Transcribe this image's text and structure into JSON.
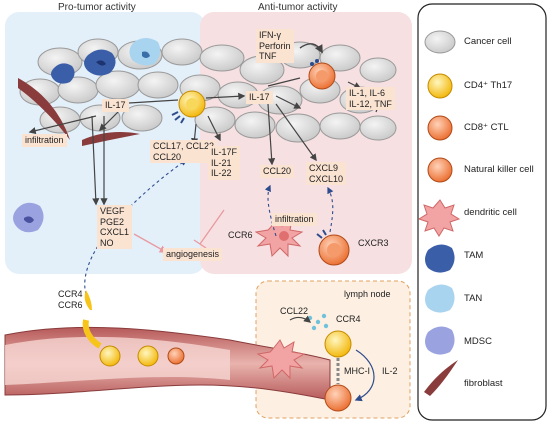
{
  "headers": {
    "pro": "Pro-tumor activity",
    "anti": "Anti-tumor activity"
  },
  "cytokines": {
    "il17_left": "IL-17",
    "il17_center": "IL-17",
    "ifn": "IFN-γ\nPerforin\nTNF",
    "il1": "IL-1, IL-6\nIL-12, TNF",
    "ccl17": "CCL17, CCL22\nCCL20",
    "il17f": "IL-17F\nIL-21\nIL-22",
    "ccl20": "CCL20",
    "cxcl9": "CXCL9\nCXCL10",
    "vegf": "VEGF\nPGE2\nCXCL1\nNO",
    "angiogenesis": "angiogenesis",
    "infiltration_left": "infiltration",
    "infiltration_right": "infiltration"
  },
  "receptors": {
    "ccr6_dc": "CCR6",
    "cxcr3": "CXCR3",
    "ccr4_vessel": "CCR4\nCCR6"
  },
  "lymph": {
    "title": "lymph node",
    "ccl22": "CCL22",
    "ccr4": "CCR4",
    "mhc": "MHC-I",
    "il2": "IL-2"
  },
  "legend": [
    {
      "label": "Cancer cell",
      "icon": "cancer-cell",
      "color": "#cfcfcf"
    },
    {
      "label": "CD4⁺ Th17",
      "icon": "th17-cell",
      "color": "#f7c41a"
    },
    {
      "label": "CD8⁺ CTL",
      "icon": "ctl-cell",
      "color": "#f07a3c"
    },
    {
      "label": "Natural killer cell",
      "icon": "nk-cell",
      "color": "#f07a3c"
    },
    {
      "label": "dendritic cell",
      "icon": "dendritic-cell",
      "color": "#f2a3a3"
    },
    {
      "label": "TAM",
      "icon": "tam-cell",
      "color": "#3a5ea8"
    },
    {
      "label": "TAN",
      "icon": "tan-cell",
      "color": "#a9d4ef"
    },
    {
      "label": "MDSC",
      "icon": "mdsc-cell",
      "color": "#9aa3e0"
    },
    {
      "label": "fibroblast",
      "icon": "fibroblast",
      "color": "#8a3b3b"
    }
  ]
}
